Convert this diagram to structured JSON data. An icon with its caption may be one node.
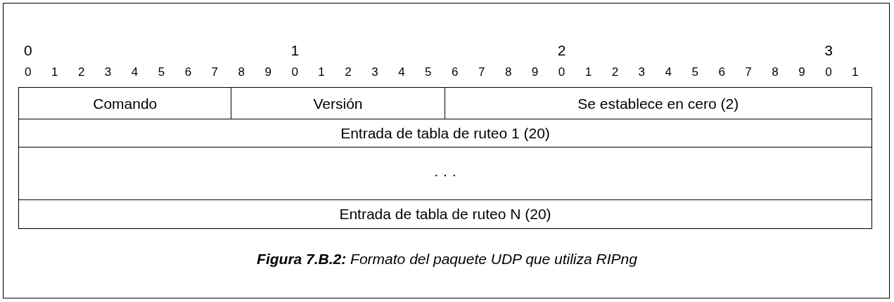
{
  "diagram": {
    "caption": "**Figura 7.B.2:** Formato del paquete UDP que utiliza RIPng",
    "nodes": [
      {
        "text": [
          "Comando"
        ]
      },
      {
        "text": [
          "Versión"
        ]
      },
      {
        "text": [
          "Se establece en cero (2)"
        ]
      },
      {
        "text": [
          "Entrada de tabla de ruteo 1 (20)"
        ]
      },
      {
        "text": [
          "· · ·"
        ]
      },
      {
        "text": [
          "Entrada de tabla de ruteo N (20)"
        ]
      }
    ],
    "labels": [
      "0",
      "1",
      "2",
      "3",
      "0",
      "1",
      "2",
      "3",
      "4",
      "5",
      "6",
      "7",
      "8",
      "9",
      "0",
      "1",
      "2",
      "3",
      "4",
      "5",
      "6",
      "7",
      "8",
      "9",
      "0",
      "1",
      "2",
      "3",
      "4",
      "5",
      "6",
      "7",
      "8",
      "9",
      "0",
      "1"
    ]
  }
}
